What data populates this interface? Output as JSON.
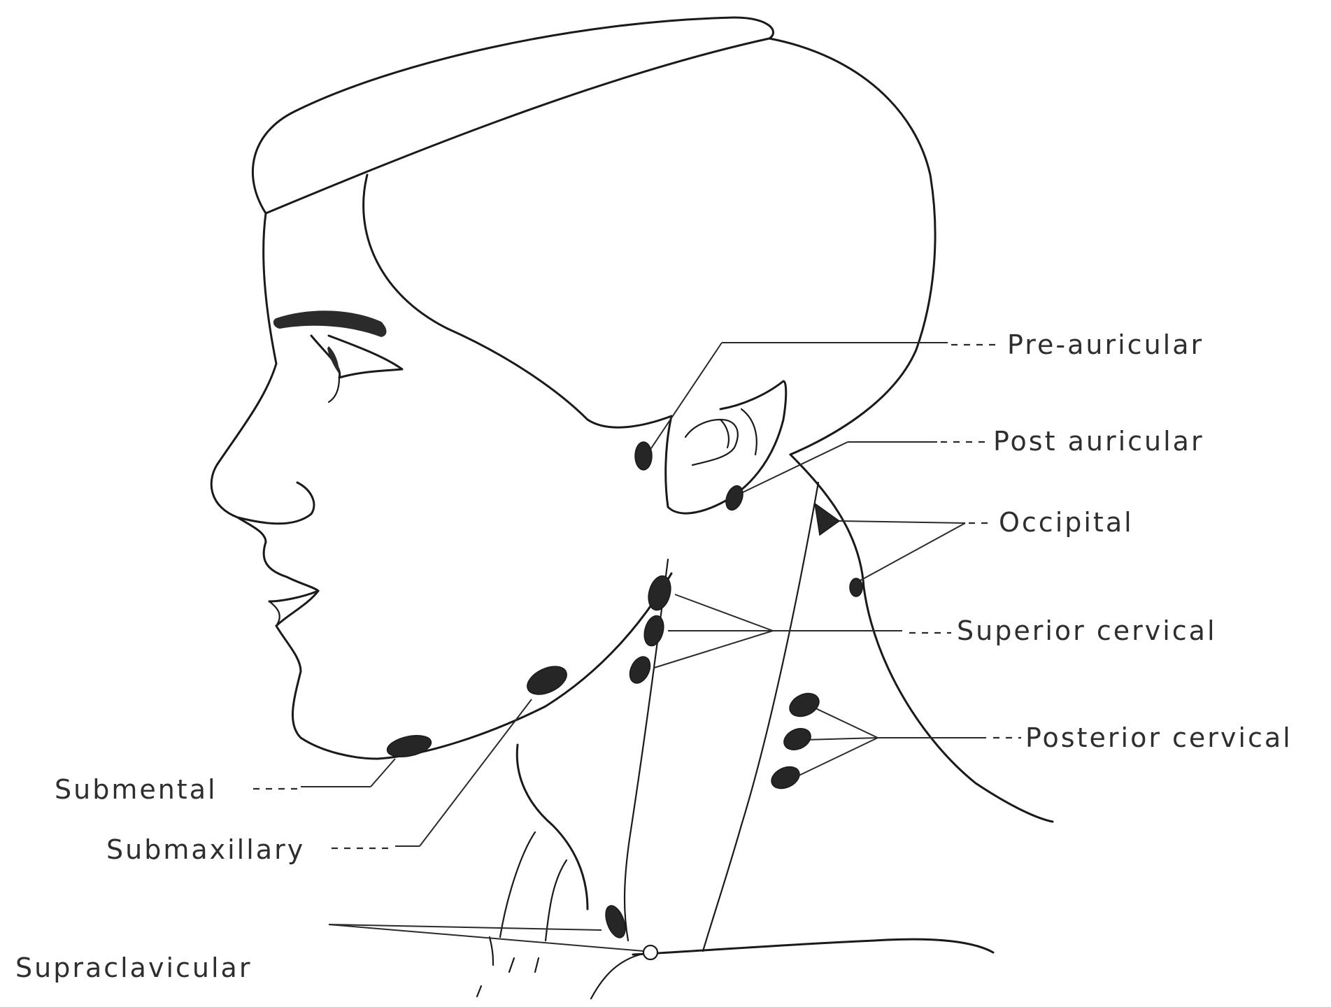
{
  "labels": {
    "pre_auricular": "Pre-auricular",
    "post_auricular": "Post auricular",
    "occipital": "Occipital",
    "superior_cervical": "Superior cervical",
    "posterior_cervical": "Posterior cervical",
    "submental": "Submental",
    "submaxillary": "Submaxillary",
    "supraclavicular": "Supraclavicular"
  },
  "colors": {
    "line": "#1a1a1a",
    "node": "#262626",
    "background": "#ffffff"
  }
}
